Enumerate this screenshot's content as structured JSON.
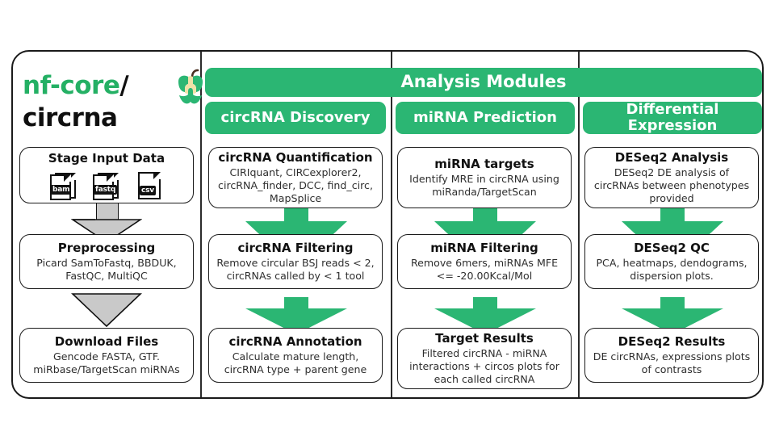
{
  "logo": {
    "line1_green": "nf-core",
    "line1_slash": "/",
    "line2": "circrna",
    "icon": "nf-core-apple-icon",
    "green": "#24B064"
  },
  "header": {
    "title": "Analysis Modules",
    "accent": "#2BB673",
    "modules": [
      {
        "label": "circRNA Discovery"
      },
      {
        "label": "miRNA Prediction"
      },
      {
        "label": "Differential Expression"
      }
    ]
  },
  "columns": [
    {
      "name": "input",
      "boxes": [
        {
          "title": "Stage Input Data",
          "sub": "",
          "icons": [
            {
              "name": "bam-file-icon",
              "label": "bam",
              "stacked": true
            },
            {
              "name": "fastq-file-icon",
              "label": "fastq",
              "stacked": true
            },
            {
              "name": "csv-file-icon",
              "label": "csv",
              "stacked": false
            }
          ]
        },
        {
          "title": "Preprocessing",
          "sub": "Picard SamToFastq, BBDUK, FastQC, MultiQC"
        },
        {
          "title": "Download Files",
          "sub": "Gencode FASTA, GTF. miRbase/TargetScan miRNAs"
        }
      ],
      "arrow_color": "#C9C9C9"
    },
    {
      "name": "circrna-discovery",
      "boxes": [
        {
          "title": "circRNA Quantification",
          "sub": "CIRIquant, CIRCexplorer2, circRNA_finder, DCC, find_circ, MapSplice"
        },
        {
          "title": "circRNA Filtering",
          "sub": "Remove circular BSJ reads < 2, circRNAs called by < 1 tool"
        },
        {
          "title": "circRNA Annotation",
          "sub": "Calculate mature length, circRNA type + parent gene"
        }
      ],
      "arrow_color": "#2BB673"
    },
    {
      "name": "mirna-prediction",
      "boxes": [
        {
          "title": "miRNA targets",
          "sub": "Identify MRE in circRNA using miRanda/TargetScan"
        },
        {
          "title": "miRNA Filtering",
          "sub": "Remove 6mers, miRNAs MFE <= -20.00Kcal/Mol"
        },
        {
          "title": "Target Results",
          "sub": "Filtered circRNA - miRNA interactions + circos plots for each called circRNA"
        }
      ],
      "arrow_color": "#2BB673"
    },
    {
      "name": "differential-expression",
      "boxes": [
        {
          "title": "DESeq2 Analysis",
          "sub": "DESeq2 DE analysis of circRNAs between phenotypes provided"
        },
        {
          "title": "DESeq2 QC",
          "sub": "PCA, heatmaps, dendograms, dispersion plots."
        },
        {
          "title": "DESeq2 Results",
          "sub": "DE circRNAs, expressions plots of contrasts"
        }
      ],
      "arrow_color": "#2BB673"
    }
  ]
}
